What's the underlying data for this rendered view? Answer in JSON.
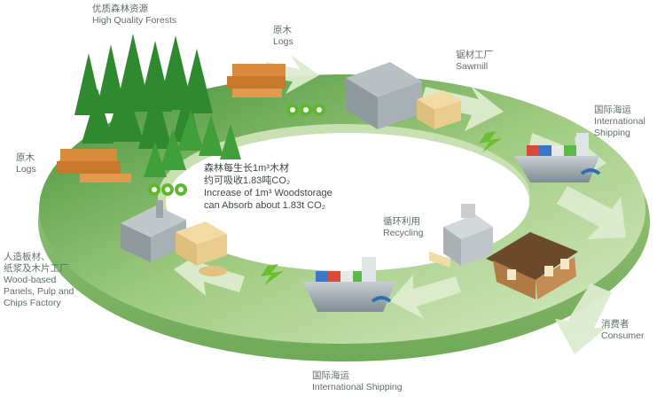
{
  "colors": {
    "ring_dark": "#4f9a3a",
    "ring_light": "#bcd9a3",
    "ring_side": "#8fbf6e",
    "arrow_light": "#d7e9c6",
    "tree": "#2f8a2f",
    "wood": "#d98a3a",
    "plank": "#e9cf93",
    "ship_hull": "#8c98a0",
    "building": "#9aa3a8",
    "text": "#5f6f66"
  },
  "labels": {
    "forest_cn": "优质森林资源",
    "forest_en": "High Quality Forests",
    "logs_top_cn": "原木",
    "logs_top_en": "Logs",
    "sawmill_cn": "锯材工厂",
    "sawmill_en": "Sawmill",
    "ship_right_cn": "国际海运",
    "ship_right_en_1": "International",
    "ship_right_en_2": "Shipping",
    "logs_left_cn": "原木",
    "logs_left_en": "Logs",
    "factory_cn_1": "人造板材、",
    "factory_cn_2": "纸浆及木片工厂",
    "factory_en_1": "Wood-based",
    "factory_en_2": "Panels, Pulp and",
    "factory_en_3": "Chips Factory",
    "recycling_cn": "循环利用",
    "recycling_en": "Recycling",
    "consumer_cn": "消费者",
    "consumer_en": "Consumer",
    "ship_bottom_cn": "国际海运",
    "ship_bottom_en": "International Shipping"
  },
  "center_note": {
    "line1": "森林每生长1m³木材",
    "line2": "约可吸收1.83吨CO₂",
    "line3": "Increase of 1m³ Woodstorage",
    "line4": "can Absorb about 1.83t CO₂"
  },
  "icons": [
    "tree-icon",
    "log-pile-icon",
    "sawmill-icon",
    "cargo-ship-icon",
    "house-icon",
    "factory-icon",
    "recycling-bin-icon",
    "wood-planks-icon",
    "arrow-icon",
    "lightning-icon"
  ]
}
